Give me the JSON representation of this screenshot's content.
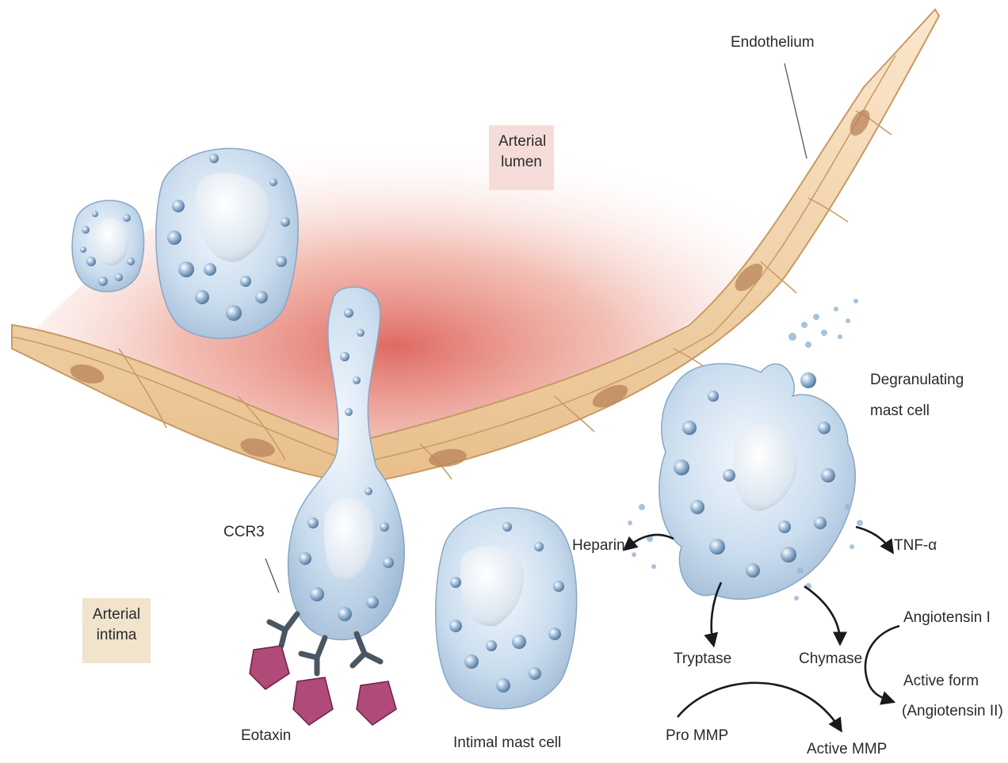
{
  "colors": {
    "lumen_glow": "#e06a5e",
    "endothelium_fill": "#f2d0a4",
    "endothelium_stroke": "#c79a63",
    "nucleus": "#b9835a",
    "cell_fill": "#c6d9eb",
    "granule": "#7f9fbf",
    "receptor": "#4a5663",
    "eotaxin": "#b04a78",
    "lumen_label_bg": "#f6dcd8",
    "intima_label_bg": "#f1e3cc"
  },
  "labels": {
    "endothelium": "Endothelium",
    "lumen_line1": "Arterial",
    "lumen_line2": "lumen",
    "intima_line1": "Arterial",
    "intima_line2": "intima",
    "ccr3": "CCR3",
    "eotaxin": "Eotaxin",
    "intimal_mast_cell": "Intimal mast cell",
    "degranulating_line1": "Degranulating",
    "degranulating_line2": "mast cell",
    "heparin": "Heparin",
    "tnf": "TNF-α",
    "tryptase": "Tryptase",
    "chymase": "Chymase",
    "angiotensin_i": "Angiotensin I",
    "active_form_line1": "Active form",
    "active_form_line2": "(Angiotensin II)",
    "pro_mmp": "Pro MMP",
    "active_mmp": "Active MMP"
  }
}
